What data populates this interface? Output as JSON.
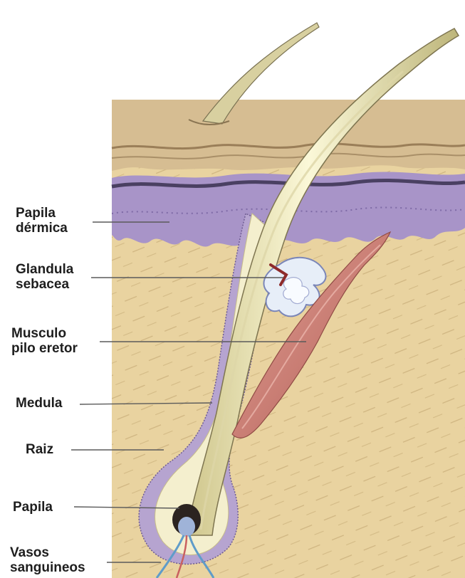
{
  "labels": {
    "papila_dermica": [
      "Papila",
      "dérmica"
    ],
    "glandula_sebacea": [
      "Glandula",
      "sebacea"
    ],
    "musculo_pilo_eretor": [
      "Musculo",
      "pilo eretor"
    ],
    "medula": "Medula",
    "raiz": "Raiz",
    "papila": "Papila",
    "vasos_sanguineos": [
      "Vasos",
      "sanguineos"
    ]
  },
  "colors": {
    "dermis": "#e9d3a0",
    "epidermis": "#cdb48a",
    "basal_layer": "#a691c4",
    "hair_shaft": "#f1ecc0",
    "muscle": "#c9786e",
    "gland": "#e7eef8",
    "leader_line": "#5a5a5a"
  }
}
